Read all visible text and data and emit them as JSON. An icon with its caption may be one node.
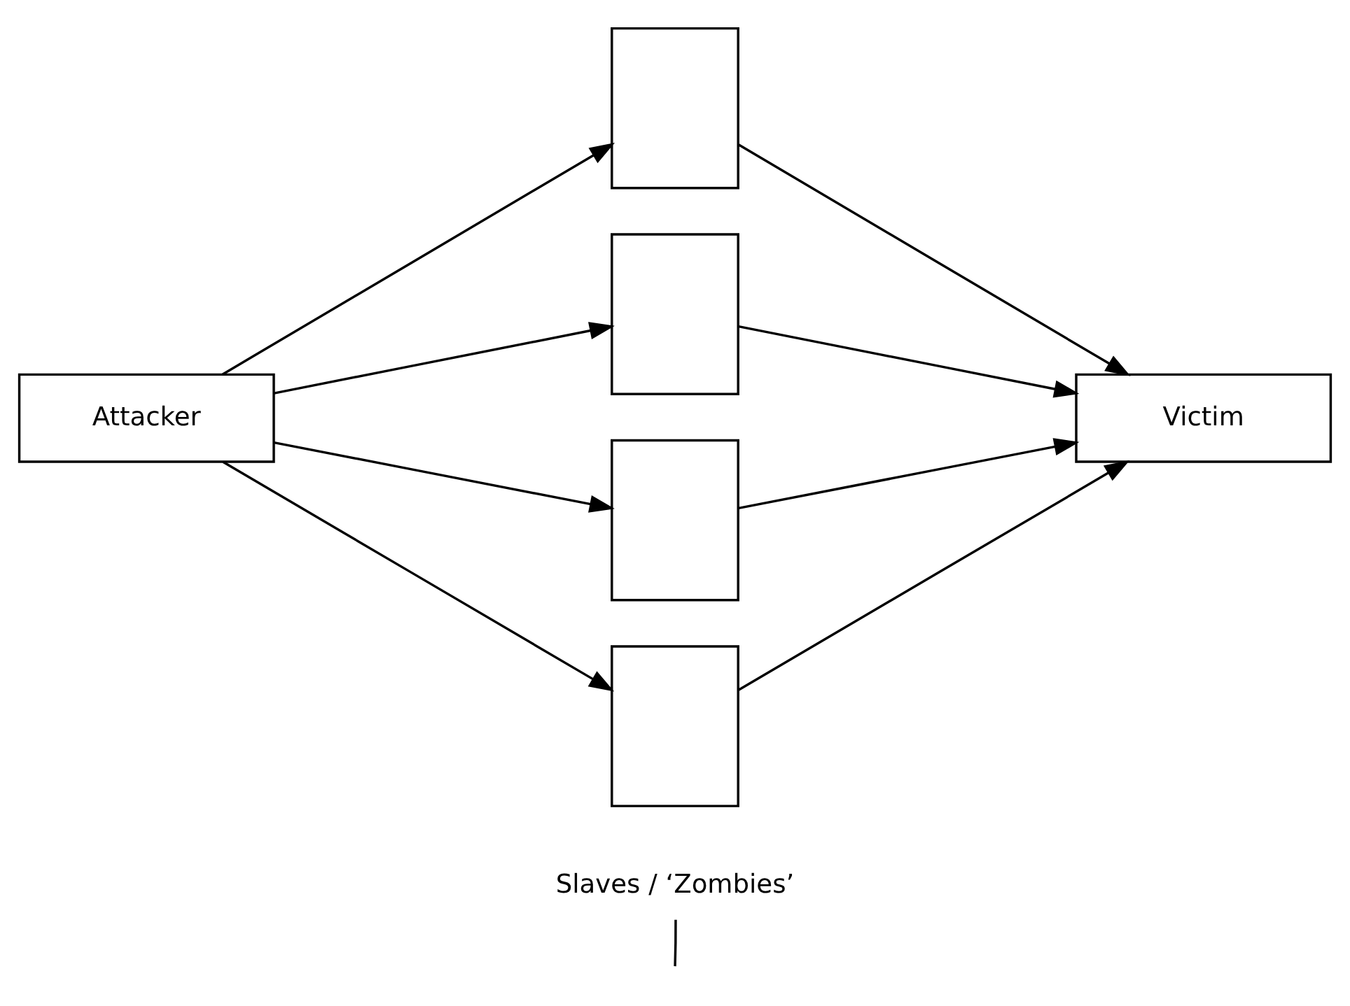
{
  "diagram": {
    "nodes": [
      {
        "text": [
          "Attacker"
        ]
      },
      {
        "text": [],
        "shape": "box"
      },
      {
        "text": [],
        "shape": "box"
      },
      {
        "text": [],
        "shape": "box"
      },
      {
        "text": [],
        "shape": "box"
      },
      {
        "text": [
          "Victim"
        ]
      },
      {
        "text": [
          "Slaves / ‘Zombies’"
        ]
      }
    ],
    "edges": [
      {
        "from": 0,
        "to": 1,
        "arrow": "to"
      },
      {
        "from": 0,
        "to": 2,
        "arrow": "to"
      },
      {
        "from": 0,
        "to": 3,
        "arrow": "to"
      },
      {
        "from": 0,
        "to": 4,
        "arrow": "to"
      },
      {
        "from": 1,
        "to": 5,
        "arrow": "to"
      },
      {
        "from": 2,
        "to": 5,
        "arrow": "to"
      },
      {
        "from": 3,
        "to": 5,
        "arrow": "to"
      },
      {
        "from": 4,
        "to": 5,
        "arrow": "to"
      },
      {
        "from": 6,
        "to": null,
        "arrow": "none"
      }
    ]
  }
}
